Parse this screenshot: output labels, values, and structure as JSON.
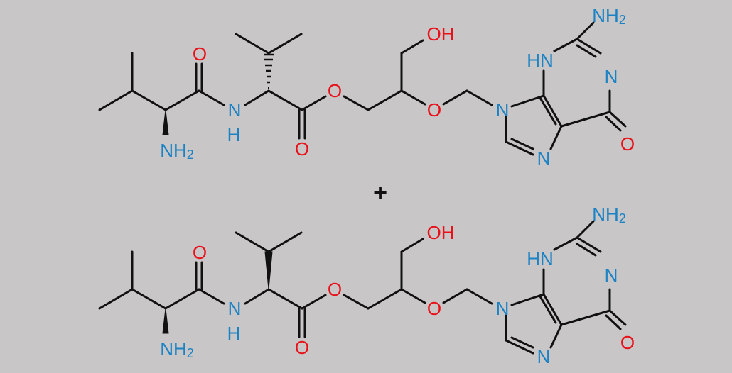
{
  "operator": "+",
  "molecules": [
    {
      "stereo_center_1": "wedge",
      "stereo_center_2": "hash",
      "labels": {
        "amine_N": "NH",
        "amine_sub": "2",
        "amide_O": "O",
        "amide_N": "N",
        "amide_H": "H",
        "ester_O_single": "O",
        "ester_O_double": "O",
        "hydroxyl": "OH",
        "ether_O": "O",
        "purine_N9": "N",
        "purine_N7": "N",
        "purine_N1H": "HN",
        "purine_N3": "N",
        "amino_N": "NH",
        "amino_sub": "2",
        "keto_O": "O"
      }
    },
    {
      "stereo_center_1": "wedge",
      "stereo_center_2": "wedge",
      "labels": {
        "amine_N": "NH",
        "amine_sub": "2",
        "amide_O": "O",
        "amide_N": "N",
        "amide_H": "H",
        "ester_O_single": "O",
        "ester_O_double": "O",
        "hydroxyl": "OH",
        "ether_O": "O",
        "purine_N9": "N",
        "purine_N7": "N",
        "purine_N1H": "HN",
        "purine_N3": "N",
        "amino_N": "NH",
        "amino_sub": "2",
        "keto_O": "O"
      }
    }
  ],
  "colors": {
    "background": "#c8c6c7",
    "bond": "#111111",
    "oxygen": "#e8111a",
    "nitrogen": "#1b82c4"
  }
}
